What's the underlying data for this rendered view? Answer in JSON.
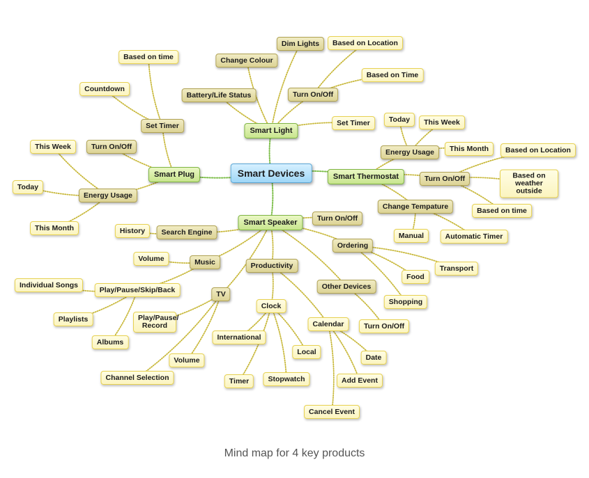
{
  "caption": "Mind map for 4 key products",
  "colors": {
    "root": "#9fd7f7",
    "branch": "#c8e58d",
    "subbranch": "#dcd395",
    "leaf": "#fbf4bf",
    "edge": "#c8b83a"
  },
  "nodes": {
    "root": "Smart Devices",
    "smart_light": "Smart Light",
    "sl_battery": "Battery/Life Status",
    "sl_change_colour": "Change Colour",
    "sl_dim_lights": "Dim Lights",
    "sl_turn_onoff": "Turn On/Off",
    "sl_based_on_location": "Based on Location",
    "sl_based_on_time": "Based on Time",
    "sl_set_timer": "Set Timer",
    "smart_plug": "Smart Plug",
    "sp_set_timer": "Set Timer",
    "sp_based_on_time": "Based on time",
    "sp_countdown": "Countdown",
    "sp_turn_onoff": "Turn On/Off",
    "sp_energy_usage": "Energy Usage",
    "sp_this_week": "This Week",
    "sp_today": "Today",
    "sp_this_month": "This Month",
    "smart_thermostat": "Smart Thermostat",
    "st_energy_usage": "Energy Usage",
    "st_today": "Today",
    "st_this_week": "This Week",
    "st_this_month": "This Month",
    "st_turn_onoff": "Turn On/Off",
    "st_based_on_location": "Based on Location",
    "st_based_on_weather": "Based on weather outside",
    "st_based_on_time": "Based on time",
    "st_change_temp": "Change Tempature",
    "st_manual": "Manual",
    "st_automatic_timer": "Automatic Timer",
    "smart_speaker": "Smart Speaker",
    "ss_turn_onoff": "Turn On/Off",
    "ss_search_engine": "Search Engine",
    "ss_history": "History",
    "ss_music": "Music",
    "ss_volume_music": "Volume",
    "ss_play_pause_skip": "Play/Pause/Skip/Back",
    "ss_individual_songs": "Individual Songs",
    "ss_playlists": "Playlists",
    "ss_albums": "Albums",
    "ss_tv": "TV",
    "ss_play_pause_record": "Play/Pause/ Record",
    "ss_volume_tv": "Volume",
    "ss_channel_selection": "Channel Selection",
    "ss_productivity": "Productivity",
    "ss_clock": "Clock",
    "ss_international": "International",
    "ss_timer": "Timer",
    "ss_stopwatch": "Stopwatch",
    "ss_local": "Local",
    "ss_calendar": "Calendar",
    "ss_date": "Date",
    "ss_add_event": "Add Event",
    "ss_cancel_event": "Cancel Event",
    "ss_ordering": "Ordering",
    "ss_transport": "Transport",
    "ss_food": "Food",
    "ss_shopping": "Shopping",
    "ss_other_devices": "Other Devices",
    "ss_od_turn_onoff": "Turn On/Off"
  }
}
